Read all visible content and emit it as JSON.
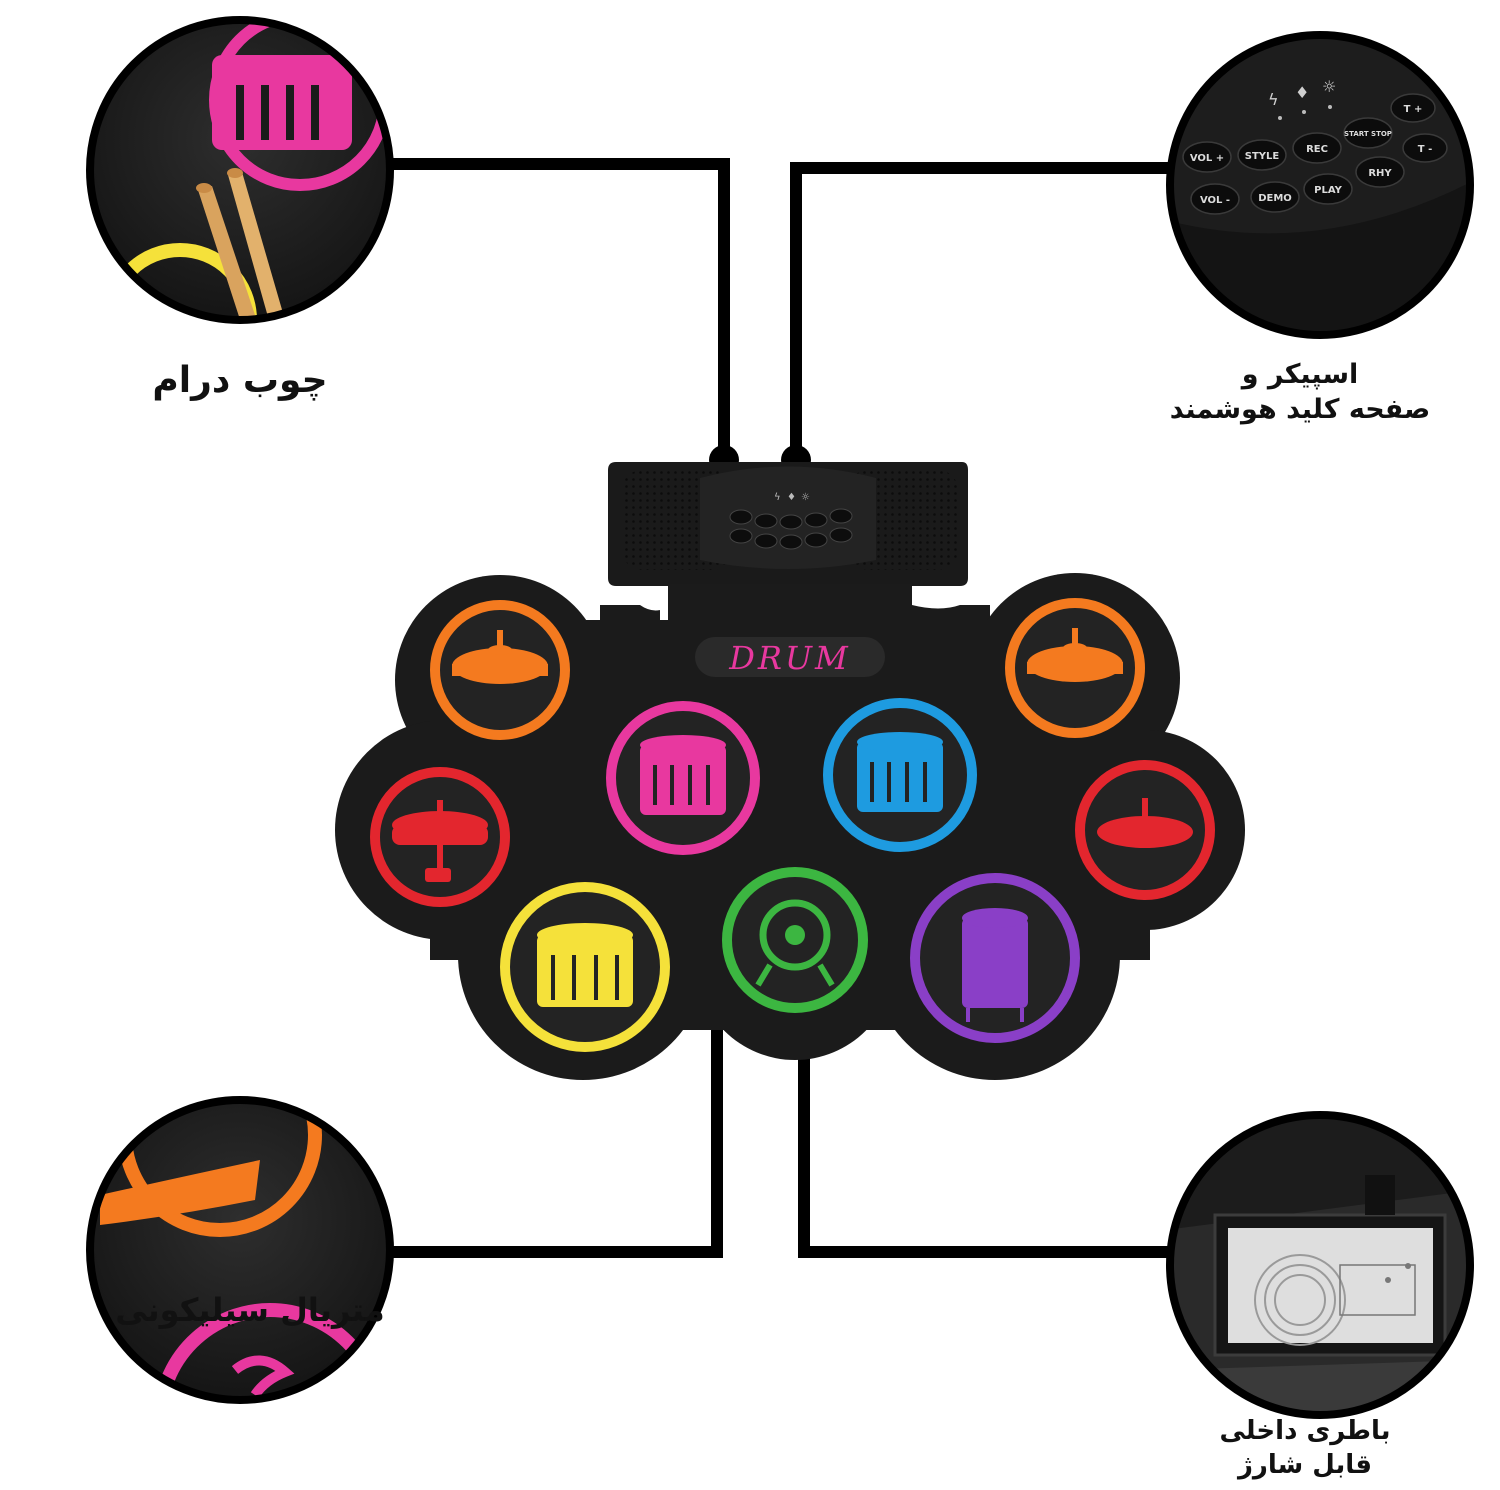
{
  "product": {
    "logo_text": "DRUM"
  },
  "control_panel": {
    "indicators": [
      "charge-icon",
      "mic-icon",
      "light-icon"
    ],
    "buttons_row1": [
      "VOL +",
      "STYLE",
      "REC",
      "START STOP",
      "T +"
    ],
    "buttons_row2": [
      "VOL -",
      "DEMO",
      "PLAY",
      "RHY",
      "T -"
    ]
  },
  "callouts": {
    "drum_sticks": {
      "label": "چوب درام"
    },
    "speaker_keyboard": {
      "line1": "اسپیکر و",
      "line2": "صفحه کلید هوشمند"
    },
    "silicone_material": {
      "label": "متریال سیلیکونی"
    },
    "battery": {
      "line1": "باطری داخلی",
      "line2": "قابل شارژ"
    }
  },
  "pads": [
    {
      "kind": "cymbal",
      "color": "#f47a1f"
    },
    {
      "kind": "cymbal",
      "color": "#f47a1f"
    },
    {
      "kind": "snare",
      "color": "#e8389f"
    },
    {
      "kind": "tom",
      "color": "#1e9be0"
    },
    {
      "kind": "hihat",
      "color": "#e3262e"
    },
    {
      "kind": "crash",
      "color": "#e3262e"
    },
    {
      "kind": "snare",
      "color": "#f5e13a"
    },
    {
      "kind": "kick",
      "color": "#3cb641"
    },
    {
      "kind": "floor-tom",
      "color": "#8a3fc7"
    }
  ],
  "colors": {
    "pad_body": "#1b1b1b",
    "line": "#000000",
    "background": "#ffffff"
  }
}
